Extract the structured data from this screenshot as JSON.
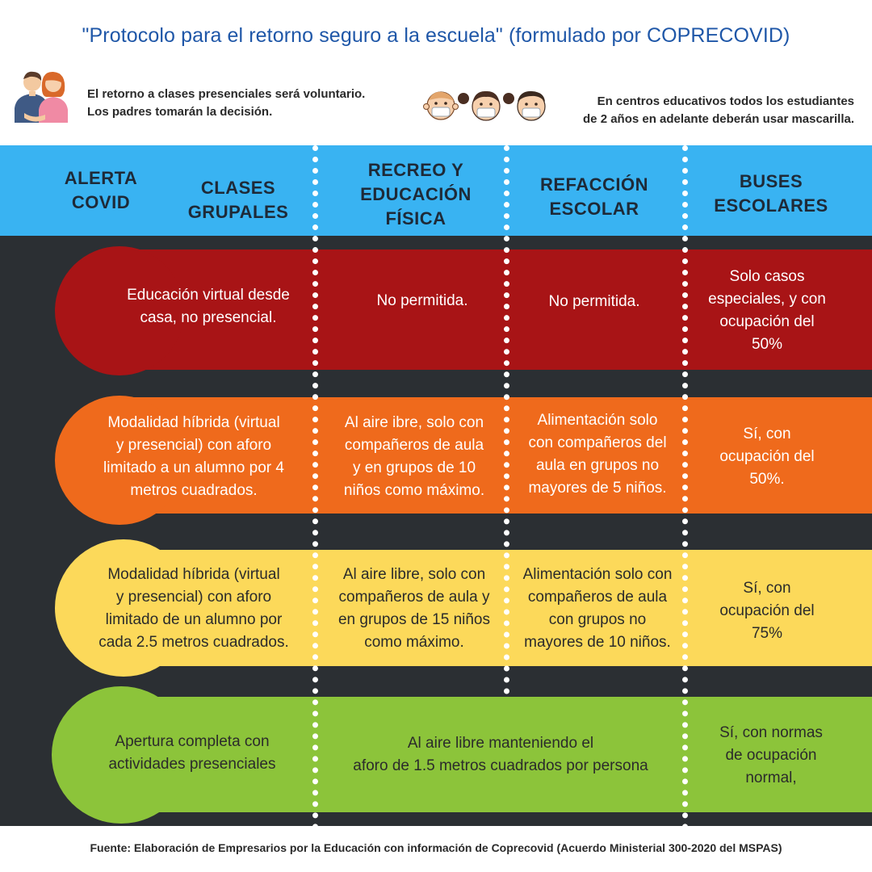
{
  "title": "\"Protocolo para el retorno seguro a la escuela\" (formulado por COPRECOVID)",
  "notes": {
    "left_line1": "El retorno a clases presenciales será voluntario.",
    "left_line2": "Los padres tomarán la decisión.",
    "right_line1": "En centros educativos todos los estudiantes",
    "right_line2": "de 2 años en adelante deberán usar mascarilla."
  },
  "icons": {
    "left": "parents-icon",
    "right": "children-with-masks-icon"
  },
  "header": {
    "alerta": [
      "ALERTA",
      "COVID"
    ],
    "clases": [
      "CLASES",
      "GRUPALES"
    ],
    "recreo": [
      "RECREO Y",
      "EDUCACIÓN",
      "FÍSICA"
    ],
    "refaccion": [
      "REFACCIÓN",
      "ESCOLAR"
    ],
    "buses": [
      "BUSES",
      "ESCOLARES"
    ]
  },
  "colors": {
    "header_band": "#39b3f2",
    "background": "#2b2f33",
    "red": "#a81416",
    "orange": "#ef6a1c",
    "yellow": "#fcd95a",
    "green": "#8cc43a",
    "title": "#1f57a8"
  },
  "rows": [
    {
      "level": "red",
      "clases": [
        "Educación virtual desde",
        "casa, no presencial."
      ],
      "recreo": [
        "No permitida."
      ],
      "refaccion": [
        "No permitida."
      ],
      "buses": [
        "Solo casos",
        "especiales, y con",
        "ocupación del",
        "50%"
      ]
    },
    {
      "level": "orange",
      "clases": [
        "Modalidad híbrida (virtual",
        "y presencial) con aforo",
        "limitado a un alumno por 4",
        "metros cuadrados."
      ],
      "recreo": [
        "Al aire ibre, solo con",
        "compañeros de aula",
        "y en grupos de 10",
        "niños como máximo."
      ],
      "refaccion": [
        "Alimentación solo",
        "con compañeros del",
        "aula en grupos no",
        "mayores de 5 niños."
      ],
      "buses": [
        "Sí, con",
        "ocupación del",
        "50%."
      ]
    },
    {
      "level": "yellow",
      "clases": [
        "Modalidad híbrida (virtual",
        "y presencial) con aforo",
        "limitado de un alumno por",
        "cada 2.5 metros cuadrados."
      ],
      "recreo": [
        "Al aire libre, solo con",
        "compañeros de aula y",
        "en grupos de 15 niños",
        "como máximo."
      ],
      "refaccion": [
        "Alimentación solo con",
        "compañeros de aula",
        "con grupos no",
        "mayores de 10 niños."
      ],
      "buses": [
        "Sí, con",
        "ocupación del",
        "75%"
      ]
    },
    {
      "level": "green",
      "clases": [
        "Apertura completa con",
        "actividades presenciales"
      ],
      "recreo_refaccion": [
        "Al aire libre manteniendo el",
        "aforo de 1.5 metros cuadrados por persona"
      ],
      "buses": [
        "Sí, con normas",
        "de ocupación",
        "normal,"
      ]
    }
  ],
  "footer": "Fuente: Elaboración de Empresarios por la Educación con información de Coprecovid (Acuerdo Ministerial 300-2020 del MSPAS)"
}
